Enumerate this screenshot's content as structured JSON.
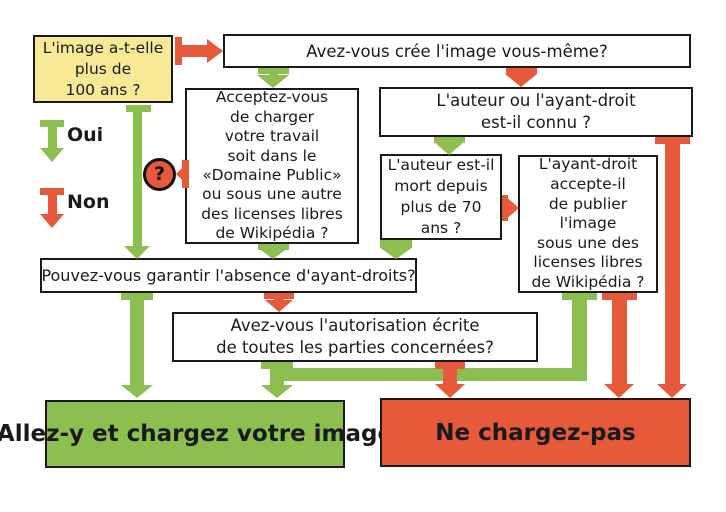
{
  "colors": {
    "green": "#8cbe50",
    "red": "#e6593a",
    "yellow": "#f8e996",
    "ink": "#1a1a1a"
  },
  "legend": {
    "yes": "Oui",
    "no": "Non"
  },
  "badge": {
    "question": "?"
  },
  "nodes": {
    "age": {
      "lines": [
        "L'image a-t-elle",
        "plus de",
        "100 ans ?"
      ]
    },
    "created": {
      "label": "Avez-vous crée l'image vous-même?"
    },
    "accept": {
      "lines": [
        "Acceptez-vous",
        "de charger",
        "votre travail",
        "soit dans le",
        "«Domaine Public»",
        "ou sous une autre",
        "des licenses libres",
        "de Wikipédia ?"
      ]
    },
    "known": {
      "lines": [
        "L'auteur ou l'ayant-droit",
        "est-il connu ?"
      ]
    },
    "dead70": {
      "lines": [
        "L'auteur est-il",
        "mort depuis",
        "plus de 70",
        "ans ?"
      ]
    },
    "heir": {
      "lines": [
        "L'ayant-droit",
        "accepte-il",
        "de publier",
        "l'image",
        "sous une des",
        "licenses libres",
        "de Wikipédia ?"
      ]
    },
    "guarantee": {
      "label": "Pouvez-vous garantir l'absence d'ayant-droits?"
    },
    "authorization": {
      "lines": [
        "Avez-vous l'autorisation écrite",
        "de toutes les parties concernées?"
      ]
    },
    "go": {
      "label": "Allez-y et chargez votre image"
    },
    "stop": {
      "label": "Ne chargez-pas"
    }
  }
}
